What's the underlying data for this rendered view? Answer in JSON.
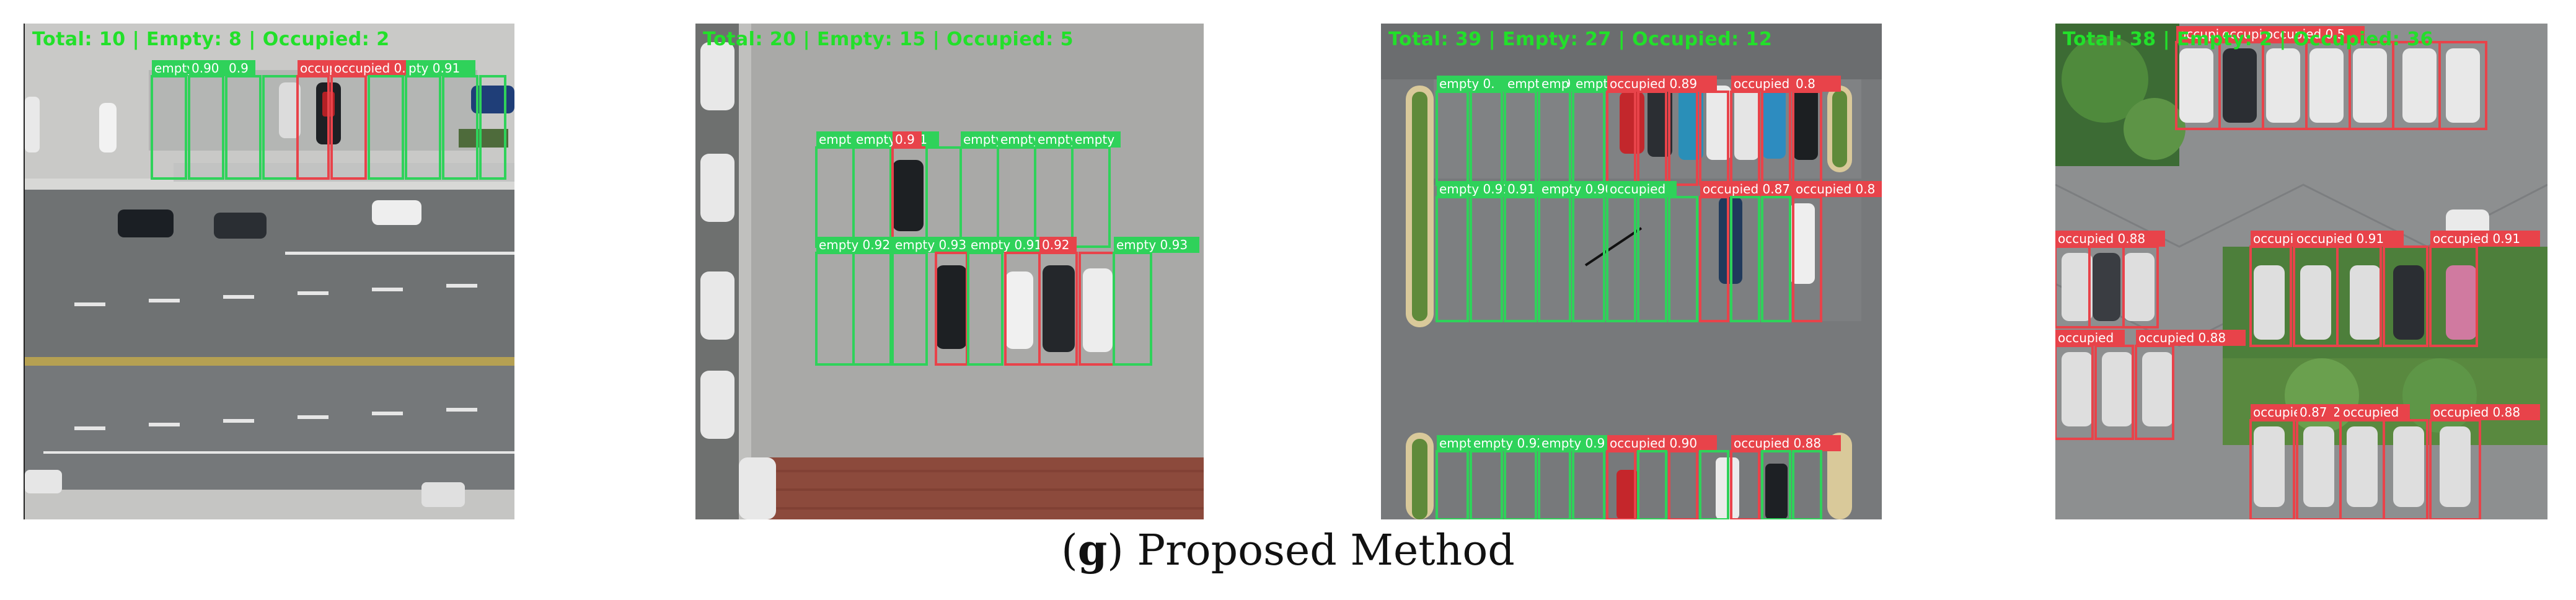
{
  "colors": {
    "empty": "#2fd25a",
    "occupied": "#e8434a",
    "counter_text": "#22e02a"
  },
  "caption": {
    "label": "g",
    "text": "Proposed Method"
  },
  "panels": [
    {
      "counter": "Total: 10 | Empty: 8 | Occupied: 2",
      "labels": [
        "empty 0.90",
        "0.90",
        "0.9",
        "occupied",
        "occupied 0.88",
        "pty 0.91"
      ]
    },
    {
      "counter": "Total: 20 | Empty: 15 | Occupied: 5",
      "labels": [
        "empt",
        "empty 0.91",
        "0.9",
        "empty 0.93",
        "empty 0.90",
        "empty 0.93",
        "empty",
        "empty 0.92",
        "empty 0.93",
        "empty 0.91",
        "0.92",
        "empty 0.93"
      ]
    },
    {
      "counter": "Total: 39 | Empty: 27 | Occupied: 12",
      "labels": [
        "empty 0.",
        "empty 0.9",
        "emp",
        "empty 0",
        "occupied 0.89",
        "occupied 0.89",
        "0.8",
        "empty 0.91",
        "0.91",
        "empty 0.90",
        "occupied",
        "occupied 0.87",
        "occupied 0.8",
        "empty",
        "empty 0.92",
        "empty 0.9",
        "occupied 0.90",
        "occupied 0.88"
      ]
    },
    {
      "counter": "Total: 38 | Empty: 2 | Occupied: 36",
      "labels": [
        "occupied",
        "occupied",
        "occupied 0.5",
        "occupied 0.88",
        "occupied 0.88",
        "occupied 0.85",
        "occupied 0.91",
        "occupied 0.91",
        "occupied",
        "occupied 0.88",
        "occupied 0.82",
        "0.87",
        "occupied",
        "occupied 0.88"
      ]
    }
  ]
}
